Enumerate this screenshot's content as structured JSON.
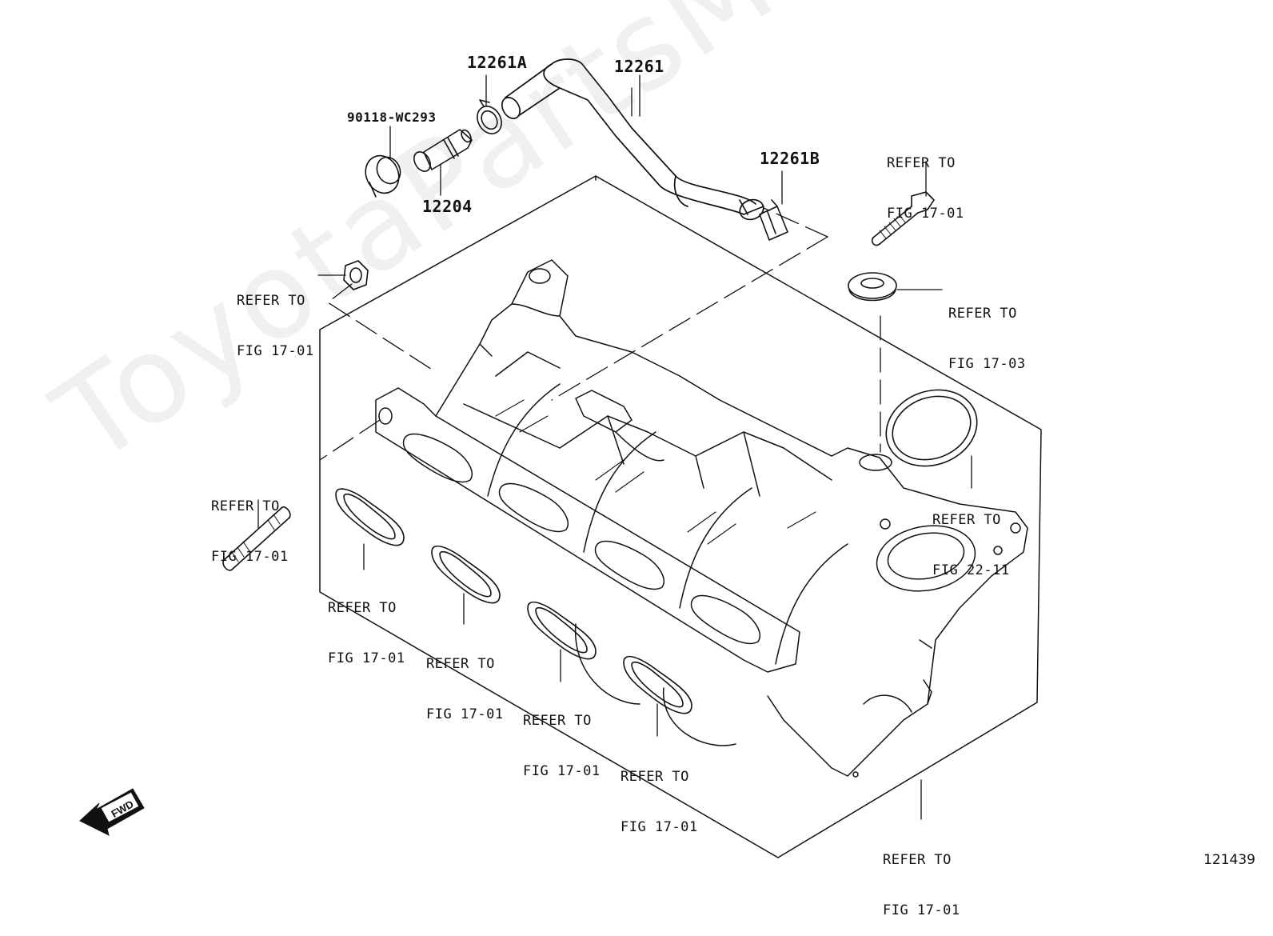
{
  "parts": {
    "p12261A": "12261A",
    "p12261": "12261",
    "p90118": "90118-WC293",
    "p12204": "12204",
    "p12261B": "12261B"
  },
  "refs": {
    "top_right": {
      "line1": "REFER TO",
      "line2": "FIG 17-01"
    },
    "left_nut": {
      "line1": "REFER TO",
      "line2": "FIG 17-01"
    },
    "grommet": {
      "line1": "REFER TO",
      "line2": "FIG 17-03"
    },
    "stud": {
      "line1": "REFER TO",
      "line2": "FIG 17-01"
    },
    "oring": {
      "line1": "REFER TO",
      "line2": "FIG 22-11"
    },
    "gasket1": {
      "line1": "REFER TO",
      "line2": "FIG 17-01"
    },
    "gasket2": {
      "line1": "REFER TO",
      "line2": "FIG 17-01"
    },
    "gasket3": {
      "line1": "REFER TO",
      "line2": "FIG 17-01"
    },
    "gasket4": {
      "line1": "REFER TO",
      "line2": "FIG 17-01"
    },
    "bottom": {
      "line1": "REFER TO",
      "line2": "FIG 17-01"
    }
  },
  "fwd_label": "FWD",
  "figure_number": "121439",
  "watermark": "ToyotaPartsMine.ru"
}
